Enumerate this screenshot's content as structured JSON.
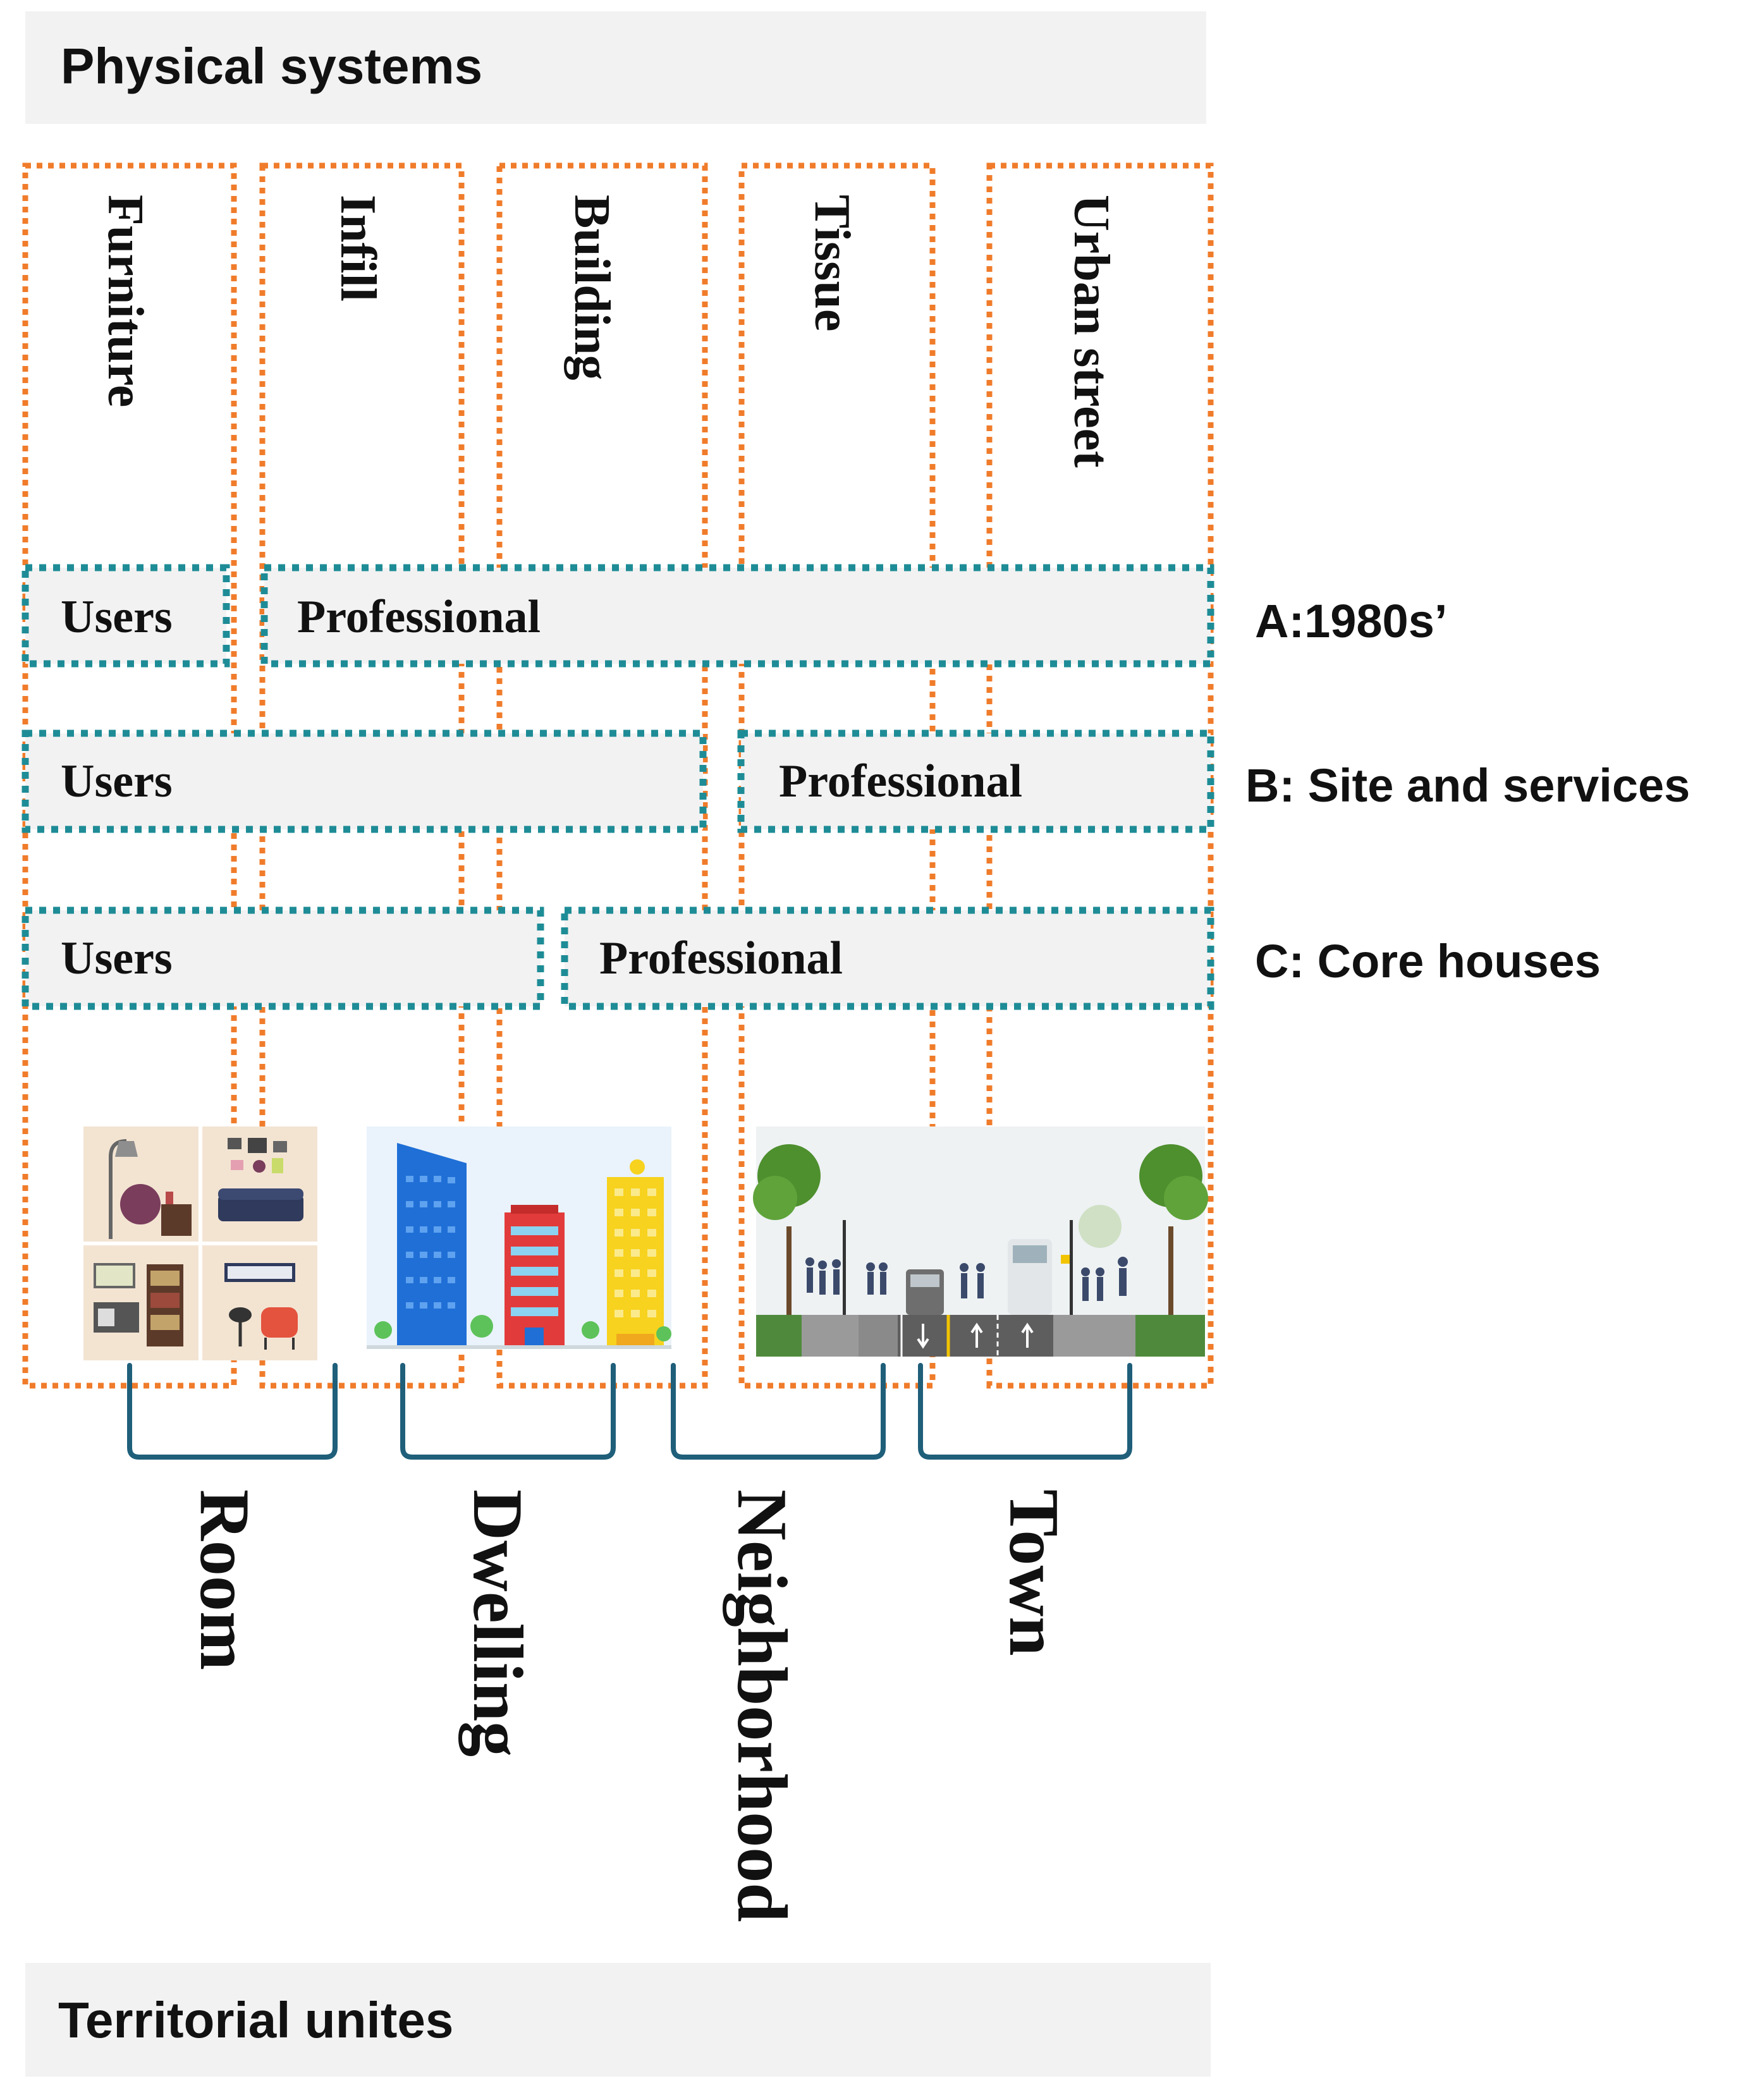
{
  "header": {
    "title": "Physical systems"
  },
  "footer": {
    "title": "Territorial unites"
  },
  "physical_systems": [
    "Furniture",
    "Infill",
    "Building",
    "Tissue",
    "Urban street"
  ],
  "scenarios": [
    {
      "label": "A:1980s’",
      "users_label": "Users",
      "professional_label": "Professional"
    },
    {
      "label": "B: Site and services",
      "users_label": "Users",
      "professional_label": "Professional"
    },
    {
      "label": "C: Core houses",
      "users_label": "Users",
      "professional_label": "Professional"
    }
  ],
  "territorial_units": [
    "Room",
    "Dwelling",
    "Neighborhood",
    "Town"
  ],
  "colors": {
    "system_border": "#F07C2B",
    "scenario_border": "#1E8C96",
    "panel_fill": "#F2F2F2",
    "bracket": "#1F5F7A"
  },
  "illustrations": [
    "room-interior-illustration",
    "buildings-illustration",
    "street-section-illustration"
  ]
}
